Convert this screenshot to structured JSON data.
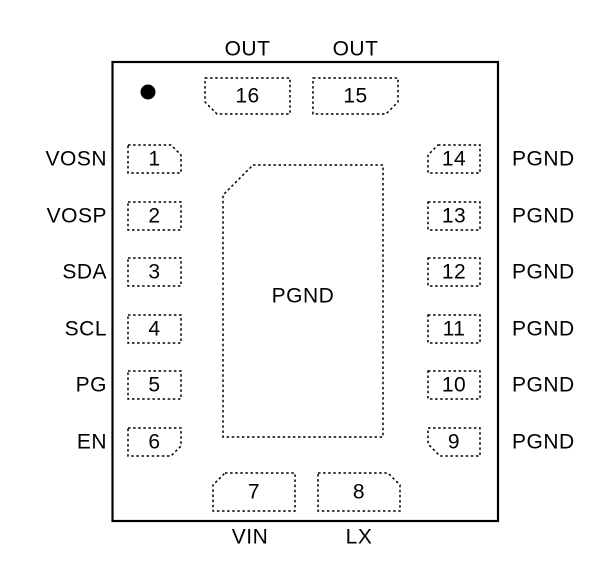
{
  "diagram": {
    "type": "ic-package-pinout",
    "package": {
      "pin_count": 16,
      "pin1_marker": "filled-dot",
      "center_pad": {
        "label": "PGND"
      }
    },
    "colors": {
      "line": "#000000",
      "background": "#ffffff",
      "text": "#000000"
    },
    "pins": {
      "top": [
        {
          "number": "16",
          "label": "OUT"
        },
        {
          "number": "15",
          "label": "OUT"
        }
      ],
      "left": [
        {
          "number": "1",
          "label": "VOSN"
        },
        {
          "number": "2",
          "label": "VOSP"
        },
        {
          "number": "3",
          "label": "SDA"
        },
        {
          "number": "4",
          "label": "SCL"
        },
        {
          "number": "5",
          "label": "PG"
        },
        {
          "number": "6",
          "label": "EN"
        }
      ],
      "right": [
        {
          "number": "14",
          "label": "PGND"
        },
        {
          "number": "13",
          "label": "PGND"
        },
        {
          "number": "12",
          "label": "PGND"
        },
        {
          "number": "11",
          "label": "PGND"
        },
        {
          "number": "10",
          "label": "PGND"
        },
        {
          "number": "9",
          "label": "PGND"
        }
      ],
      "bottom": [
        {
          "number": "7",
          "label": "VIN"
        },
        {
          "number": "8",
          "label": "LX"
        }
      ]
    }
  }
}
